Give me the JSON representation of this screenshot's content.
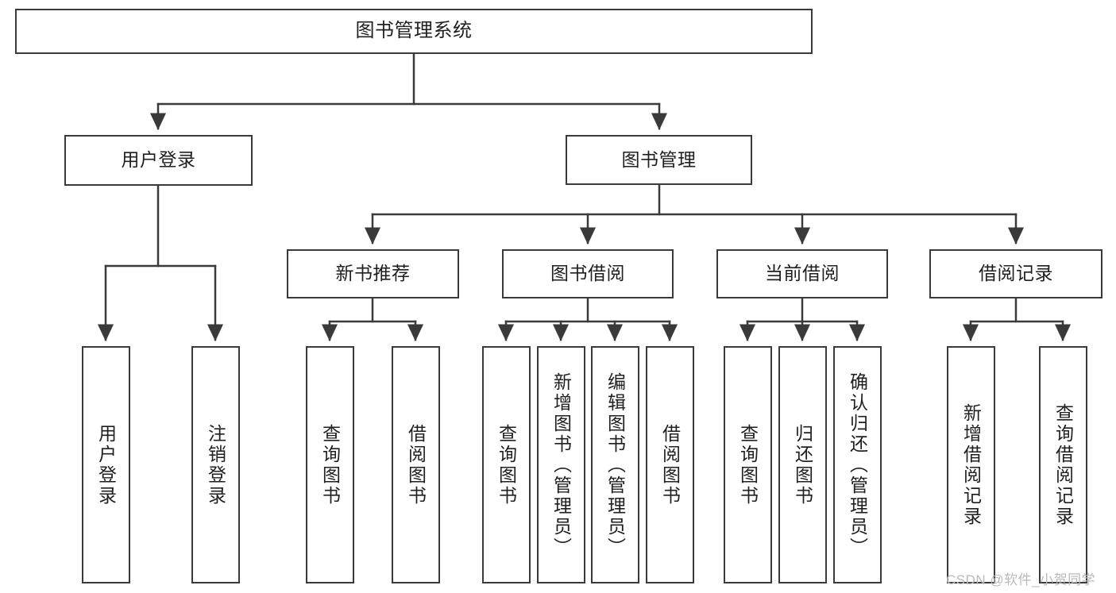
{
  "diagram": {
    "title": "图书管理系统",
    "type": "hierarchy-tree",
    "watermark": "CSDN @软件_小贺同学",
    "colors": {
      "stroke": "#3a3a3a",
      "text": "#1f1f1f",
      "background": "#ffffff",
      "watermark": "#b9b9b9"
    },
    "levels": {
      "level1": [
        {
          "id": "root",
          "label": "图书管理系统"
        }
      ],
      "level2": [
        {
          "id": "user-login",
          "label": "用户登录"
        },
        {
          "id": "book-management",
          "label": "图书管理"
        }
      ],
      "level3": [
        {
          "id": "new-book-recommend",
          "label": "新书推荐",
          "parent": "book-management"
        },
        {
          "id": "book-borrow",
          "label": "图书借阅",
          "parent": "book-management"
        },
        {
          "id": "current-borrow",
          "label": "当前借阅",
          "parent": "book-management"
        },
        {
          "id": "borrow-record",
          "label": "借阅记录",
          "parent": "book-management"
        }
      ],
      "leaves": [
        {
          "id": "leaf-user-login",
          "label": "用户登录",
          "parent": "user-login"
        },
        {
          "id": "leaf-logout-login",
          "label": "注销登录",
          "parent": "user-login"
        },
        {
          "id": "leaf-query-book-1",
          "label": "查询图书",
          "parent": "new-book-recommend"
        },
        {
          "id": "leaf-borrow-book-1",
          "label": "借阅图书",
          "parent": "new-book-recommend"
        },
        {
          "id": "leaf-query-book-2",
          "label": "查询图书",
          "parent": "book-borrow"
        },
        {
          "id": "leaf-add-book",
          "label": "新增图书（管理员）",
          "parent": "book-borrow"
        },
        {
          "id": "leaf-edit-book",
          "label": "编辑图书（管理员）",
          "parent": "book-borrow"
        },
        {
          "id": "leaf-borrow-book-2",
          "label": "借阅图书",
          "parent": "book-borrow"
        },
        {
          "id": "leaf-query-book-3",
          "label": "查询图书",
          "parent": "current-borrow"
        },
        {
          "id": "leaf-return-book",
          "label": "归还图书",
          "parent": "current-borrow"
        },
        {
          "id": "leaf-confirm-return",
          "label": "确认归还（管理员）",
          "parent": "current-borrow"
        },
        {
          "id": "leaf-add-record",
          "label": "新增借阅记录",
          "parent": "borrow-record"
        },
        {
          "id": "leaf-query-record",
          "label": "查询借阅记录",
          "parent": "borrow-record"
        }
      ]
    }
  }
}
